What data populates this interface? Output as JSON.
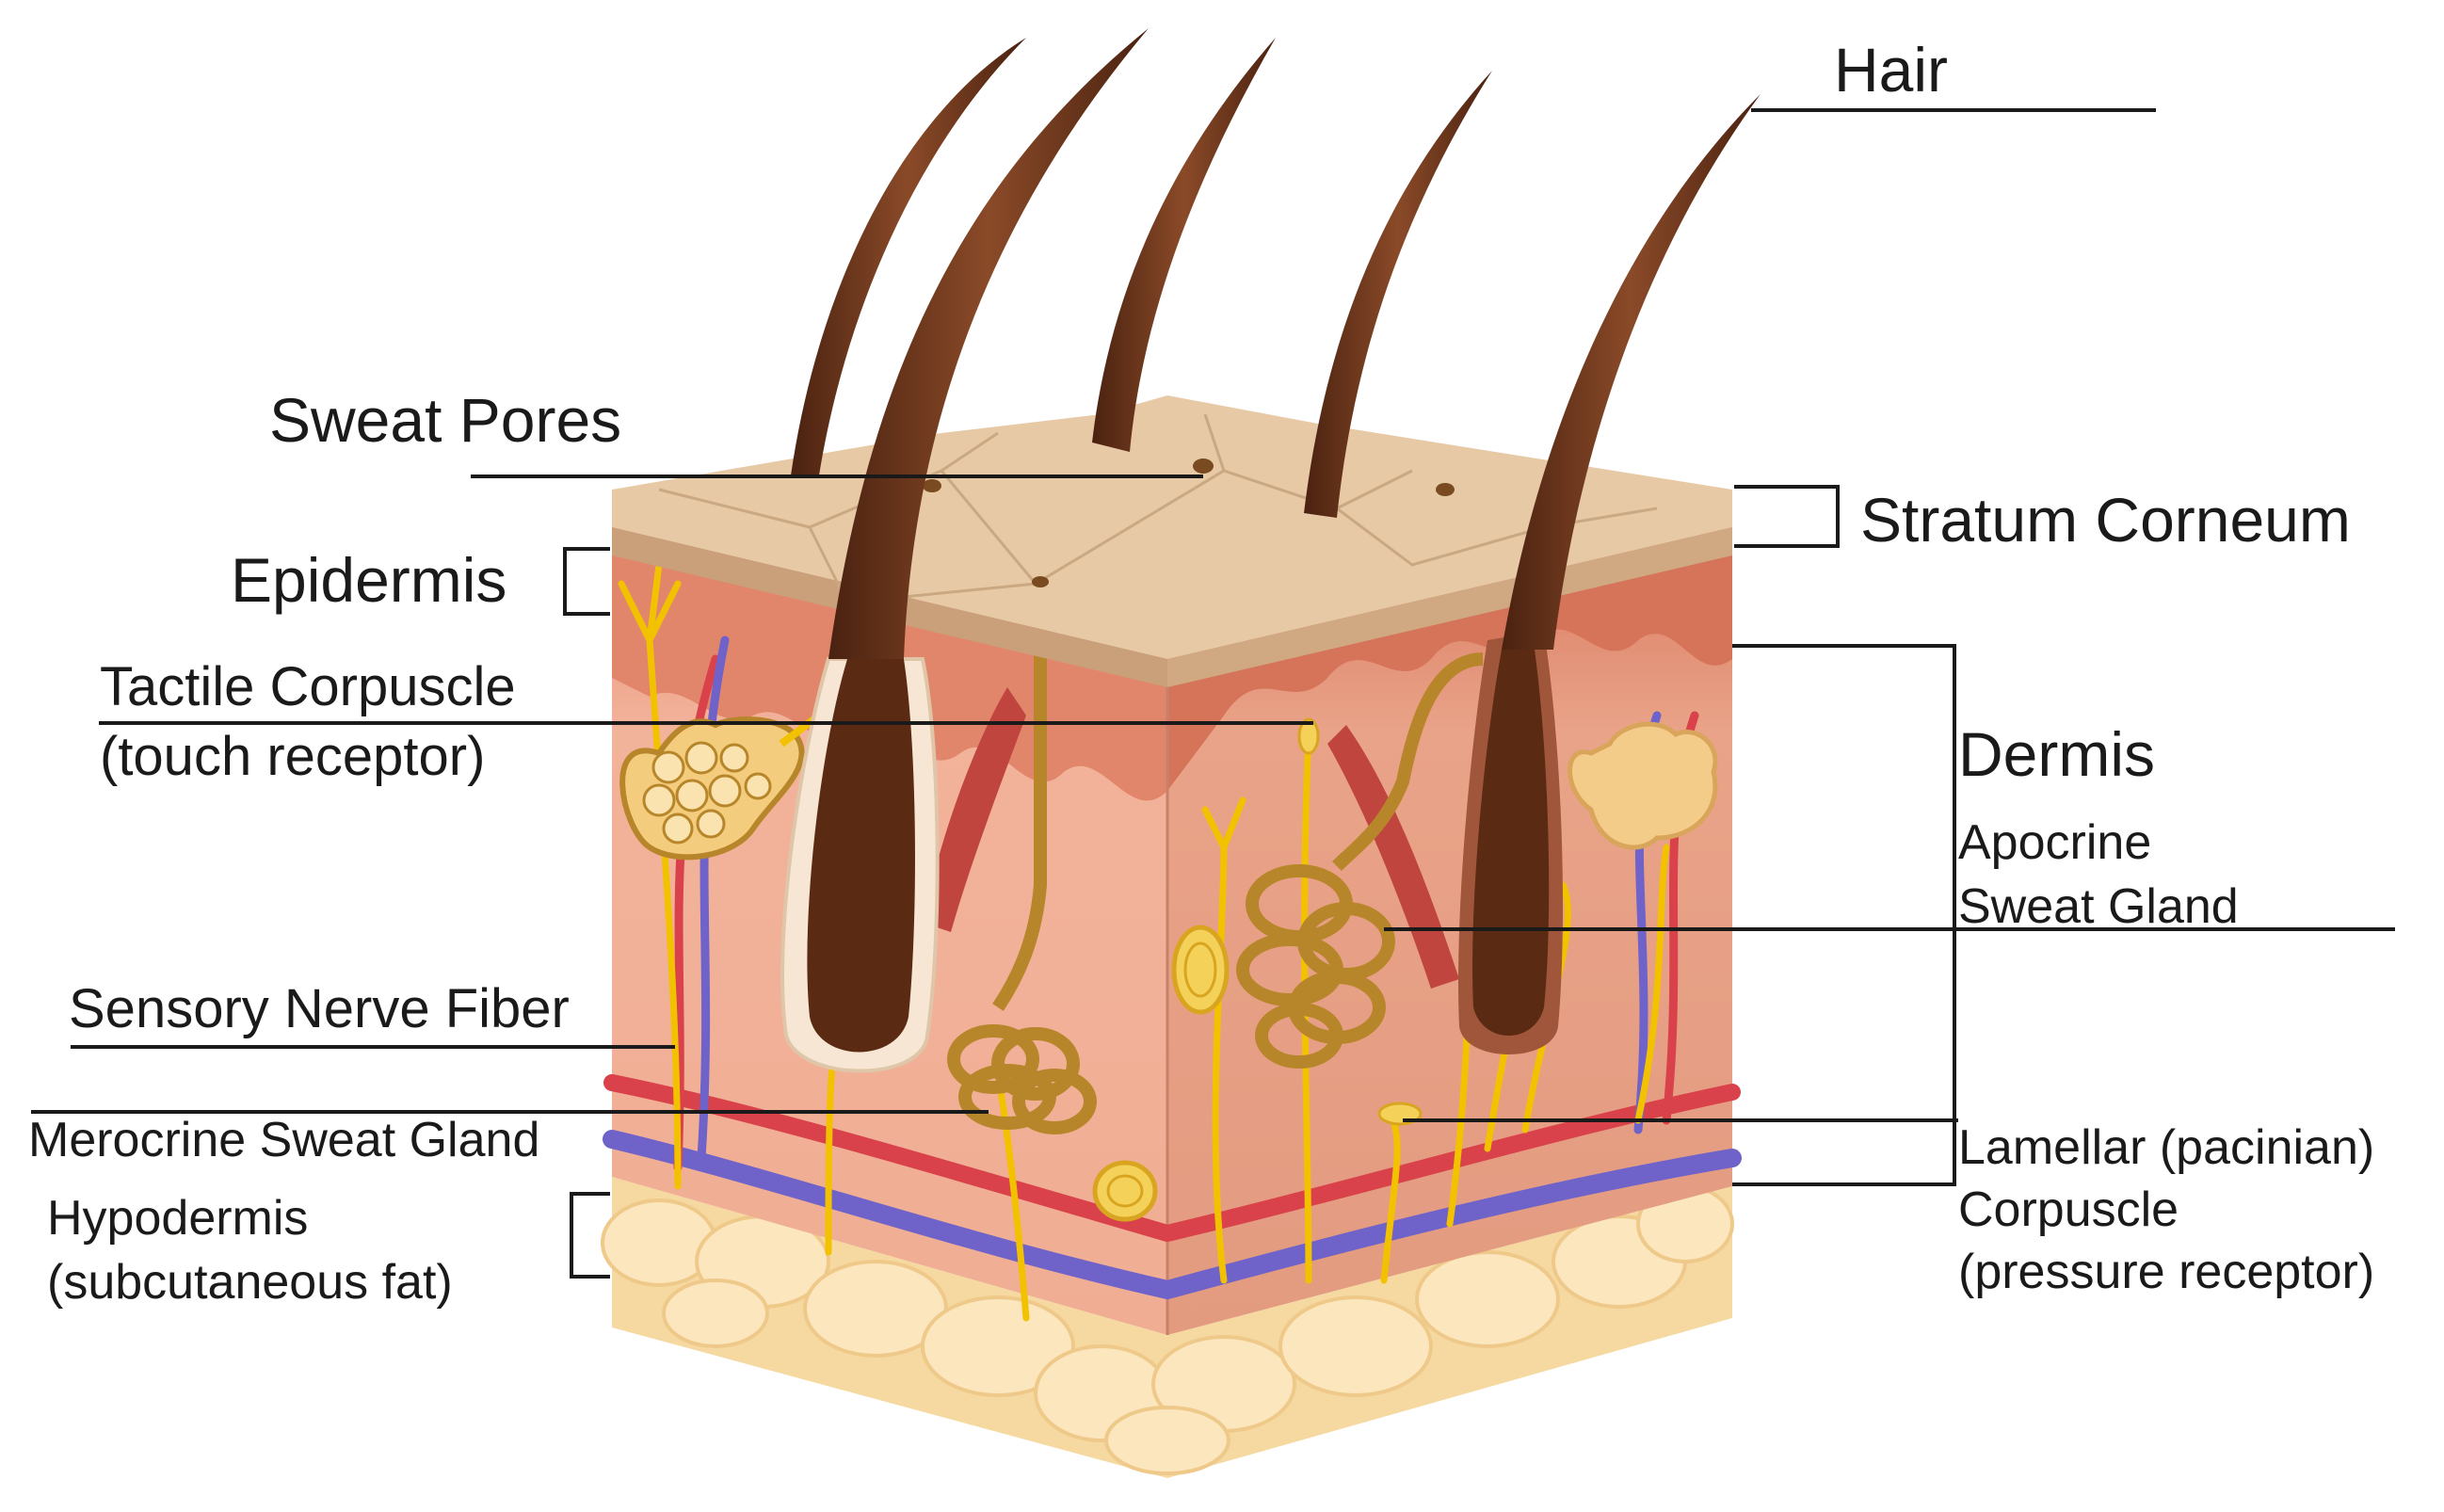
{
  "labels": {
    "hair": "Hair",
    "sweat_pores": "Sweat Pores",
    "stratum_corneum": "Stratum Corneum",
    "epidermis": "Epidermis",
    "tactile_corpuscle_1": "Tactile Corpuscle",
    "tactile_corpuscle_2": "(touch receptor)",
    "dermis": "Dermis",
    "apocrine_1": "Apocrine",
    "apocrine_2": "Sweat Gland",
    "sensory_nerve_fiber": "Sensory Nerve Fiber",
    "merocrine_sweat_gland": "Merocrine Sweat Gland",
    "hypodermis_1": "Hypodermis",
    "hypodermis_2": "(subcutaneous fat)",
    "lamellar_1": "Lamellar (pacinian)",
    "lamellar_2": "Corpuscle",
    "lamellar_3": "(pressure receptor)"
  },
  "colors": {
    "skin_top": "#e7c9a6",
    "skin_top_shadow": "#c9a07a",
    "epidermis": "#e08a6e",
    "dermis": "#f1b39a",
    "dermis_right": "#e9a487",
    "hypodermis": "#f6d9a0",
    "fat_lobule": "#fbe6bd",
    "hair": "#6b3418",
    "hair_light": "#9a5a36",
    "nerve": "#f2c200",
    "artery": "#d9424a",
    "vein": "#6f63c9",
    "gland": "#b8862a",
    "leader_line": "#1a1a1a"
  }
}
